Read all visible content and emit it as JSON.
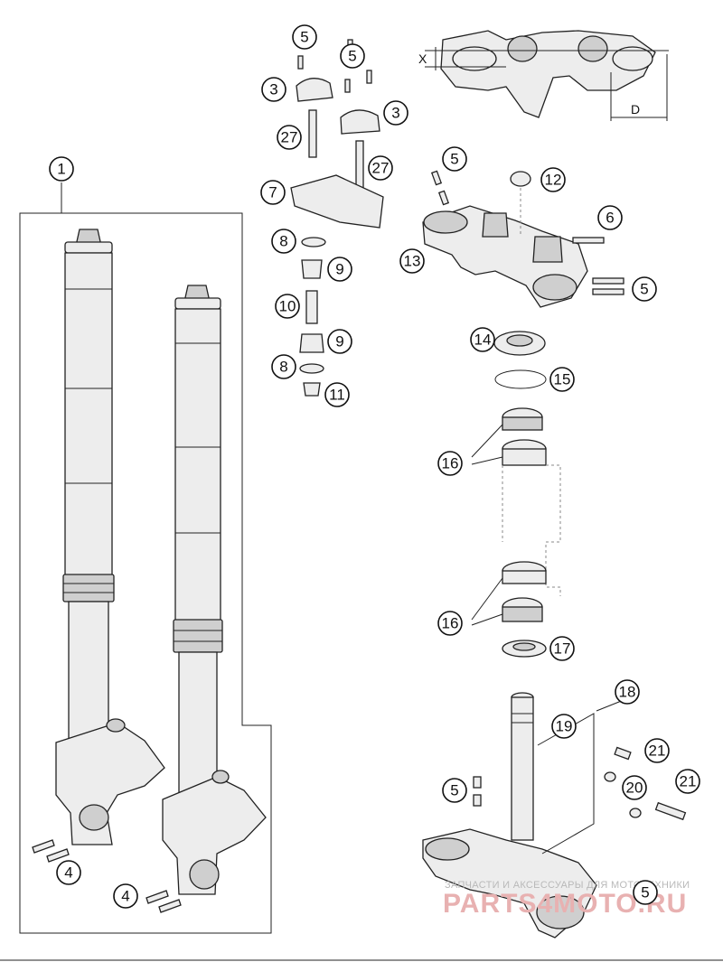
{
  "callouts": [
    {
      "label": "1"
    },
    {
      "label": "5"
    },
    {
      "label": "5"
    },
    {
      "label": "3"
    },
    {
      "label": "3"
    },
    {
      "label": "27"
    },
    {
      "label": "27"
    },
    {
      "label": "7"
    },
    {
      "label": "8"
    },
    {
      "label": "9"
    },
    {
      "label": "10"
    },
    {
      "label": "9"
    },
    {
      "label": "8"
    },
    {
      "label": "11"
    },
    {
      "label": "5"
    },
    {
      "label": "12"
    },
    {
      "label": "6"
    },
    {
      "label": "13"
    },
    {
      "label": "5"
    },
    {
      "label": "14"
    },
    {
      "label": "15"
    },
    {
      "label": "16"
    },
    {
      "label": "16"
    },
    {
      "label": "17"
    },
    {
      "label": "18"
    },
    {
      "label": "19"
    },
    {
      "label": "21"
    },
    {
      "label": "21"
    },
    {
      "label": "20"
    },
    {
      "label": "5"
    },
    {
      "label": "5"
    },
    {
      "label": "4"
    },
    {
      "label": "4"
    }
  ],
  "dimensions": {
    "x_label": "X",
    "d_label": "D"
  },
  "watermark": {
    "line1": "ЗАПЧАСТИ И АКСЕССУАРЫ ДЛЯ МОТОТЕХНИКИ",
    "line2": "PARTS4MOTO.RU"
  }
}
